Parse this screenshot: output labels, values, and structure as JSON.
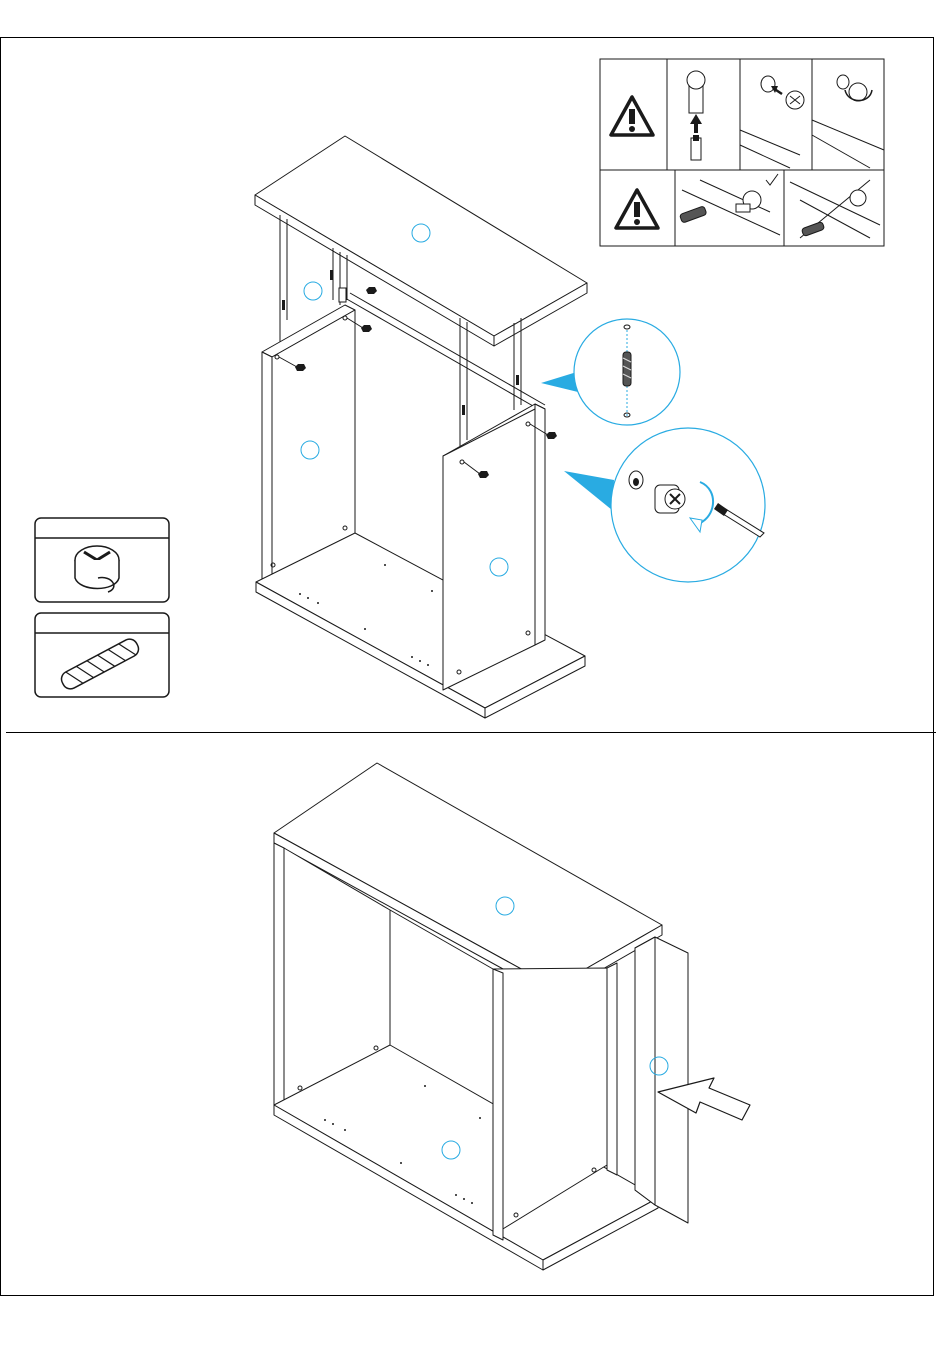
{
  "document": {
    "type": "assembly-instruction-page",
    "accent_color": "#29abe2",
    "line_color": "#1a1a1a",
    "steps": [
      {
        "step": "top-panel-attach",
        "callouts": [
          "",
          "",
          "",
          ""
        ],
        "detail_icons": [
          "dowel-insert-icon",
          "cam-lock-turn-icon"
        ],
        "warnings": [
          "warning-icon",
          "warning-icon"
        ],
        "hardware": [
          "cam-lock-icon",
          "wood-dowel-icon"
        ],
        "check_mark": "check-icon"
      },
      {
        "step": "back-panel-insert",
        "callouts": [
          "",
          "",
          ""
        ],
        "arrow": "insert-arrow-icon"
      }
    ]
  }
}
